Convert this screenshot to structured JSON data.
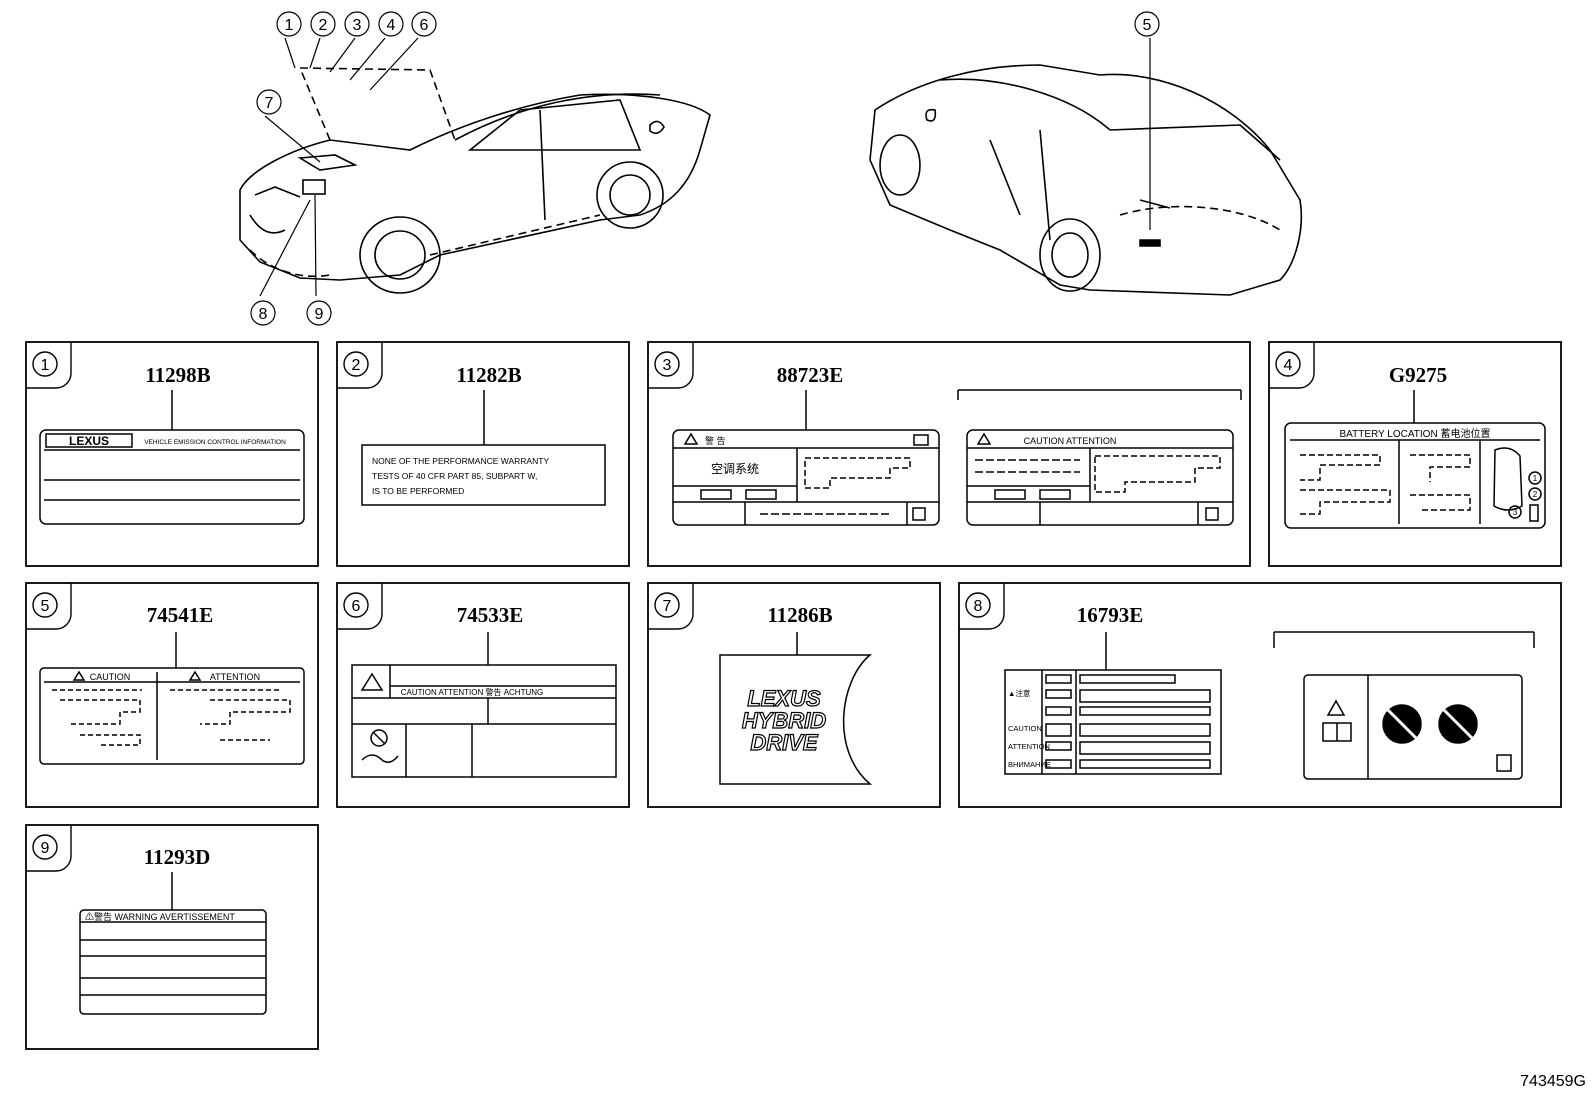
{
  "figure_id": "743459G",
  "callouts_top": [
    "①",
    "②",
    "③",
    "④",
    "⑥",
    "⑦",
    "⑧",
    "⑨",
    "⑤"
  ],
  "panels": [
    {
      "num": "①",
      "part": "11298B",
      "logo": "LEXUS",
      "text": "VEHICLE EMISSION CONTROL INFORMATION"
    },
    {
      "num": "②",
      "part": "11282B",
      "lines": [
        "NONE OF THE PERFORMANCE WARRANTY",
        "TESTS OF 40 CFR PART 85, SUBPART W,",
        "IS TO BE PERFORMED"
      ]
    },
    {
      "num": "③",
      "part": "88723E",
      "warn_cn": "警 告",
      "ac_cn": "空调系统",
      "caution": "CAUTION  ATTENTION"
    },
    {
      "num": "④",
      "part": "G9275",
      "header": "BATTERY LOCATION  蓄电池位置",
      "marks": [
        "①",
        "②",
        "③"
      ]
    },
    {
      "num": "⑤",
      "part": "74541E",
      "caution": "CAUTION",
      "attention": "ATTENTION"
    },
    {
      "num": "⑥",
      "part": "74533E",
      "header": "CAUTION  ATTENTION  警告  ACHTUNG"
    },
    {
      "num": "⑦",
      "part": "11286B",
      "lines": [
        "LEXUS",
        "HYBRID",
        "DRIVE"
      ]
    },
    {
      "num": "⑧",
      "part": "16793E",
      "rows": [
        "▲注意",
        "CAUTION",
        "ATTENTION",
        "ВНИМАНИЕ"
      ]
    },
    {
      "num": "⑨",
      "part": "11293D",
      "header": "⚠警告 WARNING AVERTISSEMENT"
    }
  ]
}
